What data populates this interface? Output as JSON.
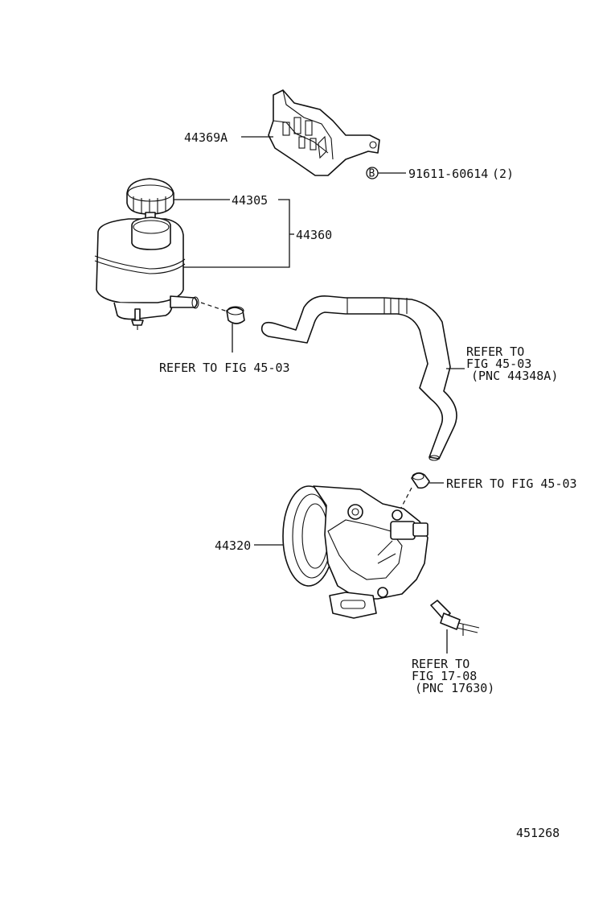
{
  "parts": {
    "bracket": {
      "number": "44369A"
    },
    "bolt": {
      "marker": "B",
      "number": "91611-60614",
      "qty": "(2)"
    },
    "cap": {
      "number": "44305"
    },
    "reservoir": {
      "number": "44360"
    },
    "pump": {
      "number": "44320"
    }
  },
  "refs": {
    "clamp": {
      "text": "REFER TO FIG 45-03"
    },
    "hose": {
      "line1": "REFER TO",
      "line2": "FIG 45-03",
      "line3": "(PNC 44348A)"
    },
    "pump_clamp": {
      "text": "REFER TO FIG 45-03"
    },
    "sensor": {
      "line1": "REFER TO",
      "line2": "FIG 17-08",
      "line3": "(PNC 17630)"
    }
  },
  "illustration_number": "451268"
}
